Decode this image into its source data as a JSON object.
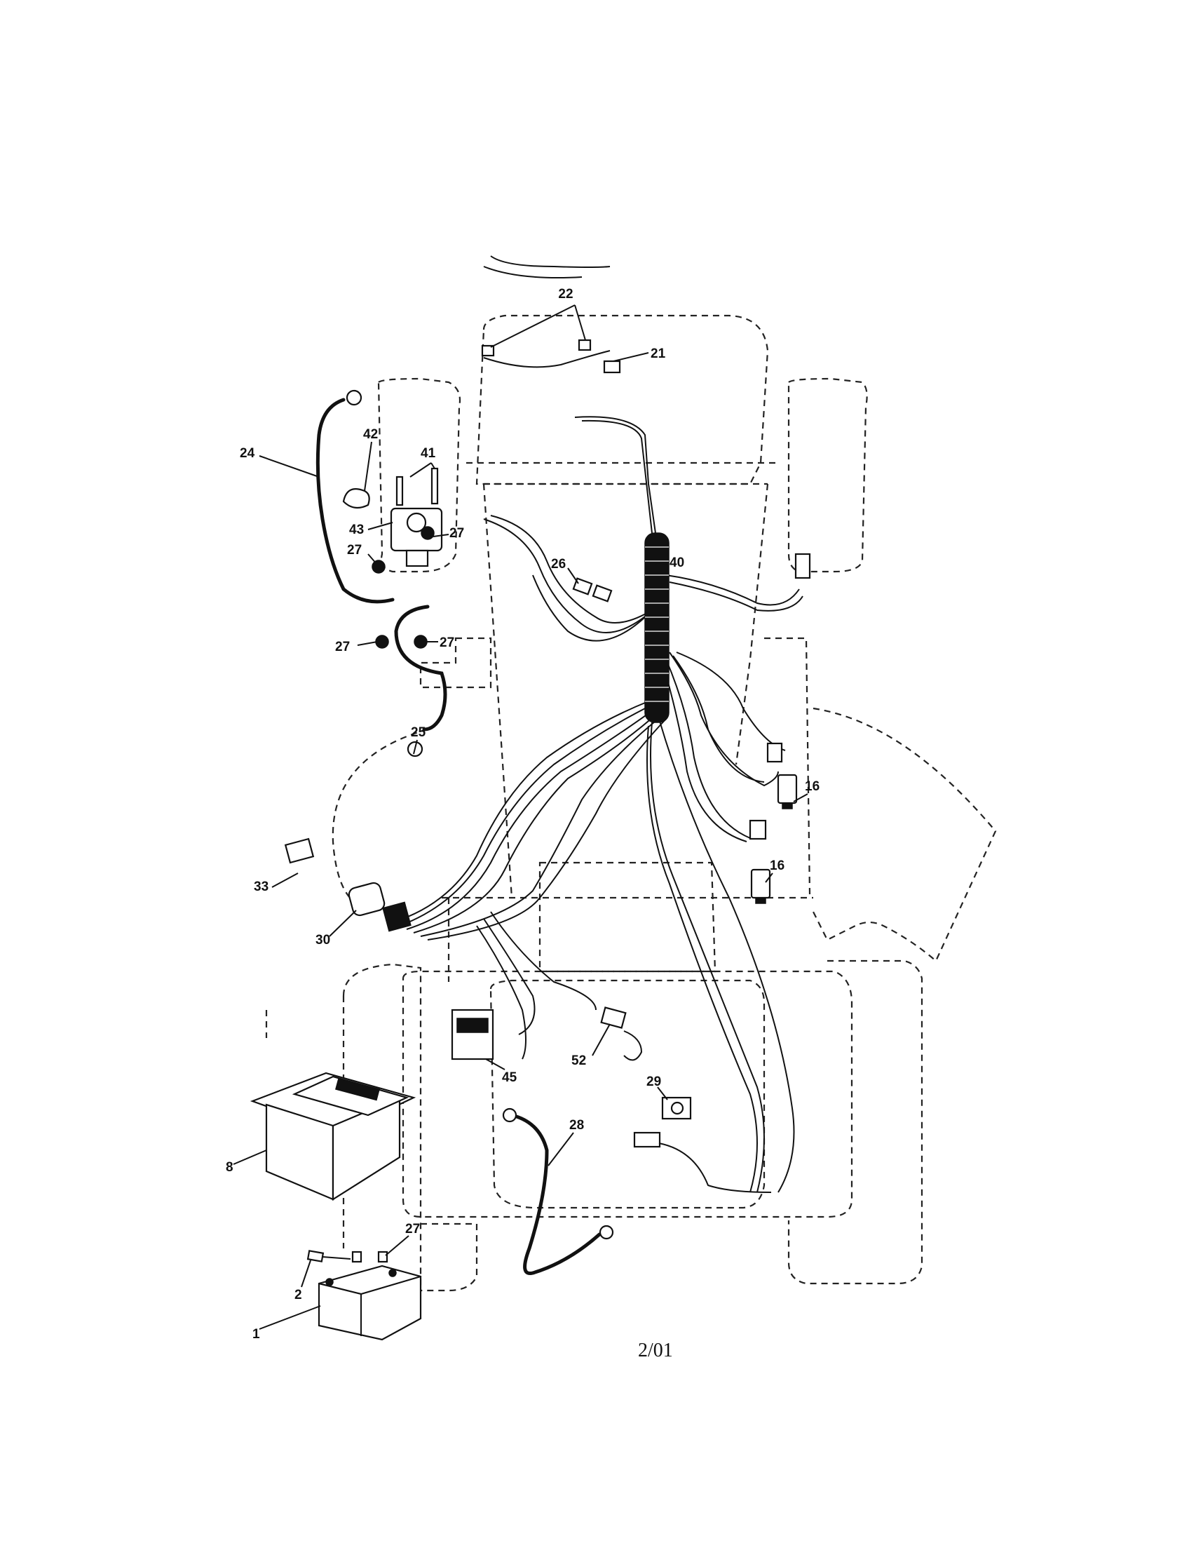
{
  "callouts": [
    {
      "id": "c22",
      "label": "22"
    },
    {
      "id": "c21",
      "label": "21"
    },
    {
      "id": "c42",
      "label": "42"
    },
    {
      "id": "c41",
      "label": "41"
    },
    {
      "id": "c24",
      "label": "24"
    },
    {
      "id": "c43",
      "label": "43"
    },
    {
      "id": "c27a",
      "label": "27"
    },
    {
      "id": "c27b",
      "label": "27"
    },
    {
      "id": "c27c",
      "label": "27"
    },
    {
      "id": "c27d",
      "label": "27"
    },
    {
      "id": "c26",
      "label": "26"
    },
    {
      "id": "c40",
      "label": "40"
    },
    {
      "id": "c25",
      "label": "25"
    },
    {
      "id": "c16a",
      "label": "16"
    },
    {
      "id": "c16b",
      "label": "16"
    },
    {
      "id": "c33",
      "label": "33"
    },
    {
      "id": "c30",
      "label": "30"
    },
    {
      "id": "c45",
      "label": "45"
    },
    {
      "id": "c52",
      "label": "52"
    },
    {
      "id": "c29",
      "label": "29"
    },
    {
      "id": "c28",
      "label": "28"
    },
    {
      "id": "c8",
      "label": "8"
    },
    {
      "id": "c27e",
      "label": "27"
    },
    {
      "id": "c2",
      "label": "2"
    },
    {
      "id": "c1",
      "label": "1"
    }
  ],
  "footer": {
    "revision": "2/01"
  }
}
